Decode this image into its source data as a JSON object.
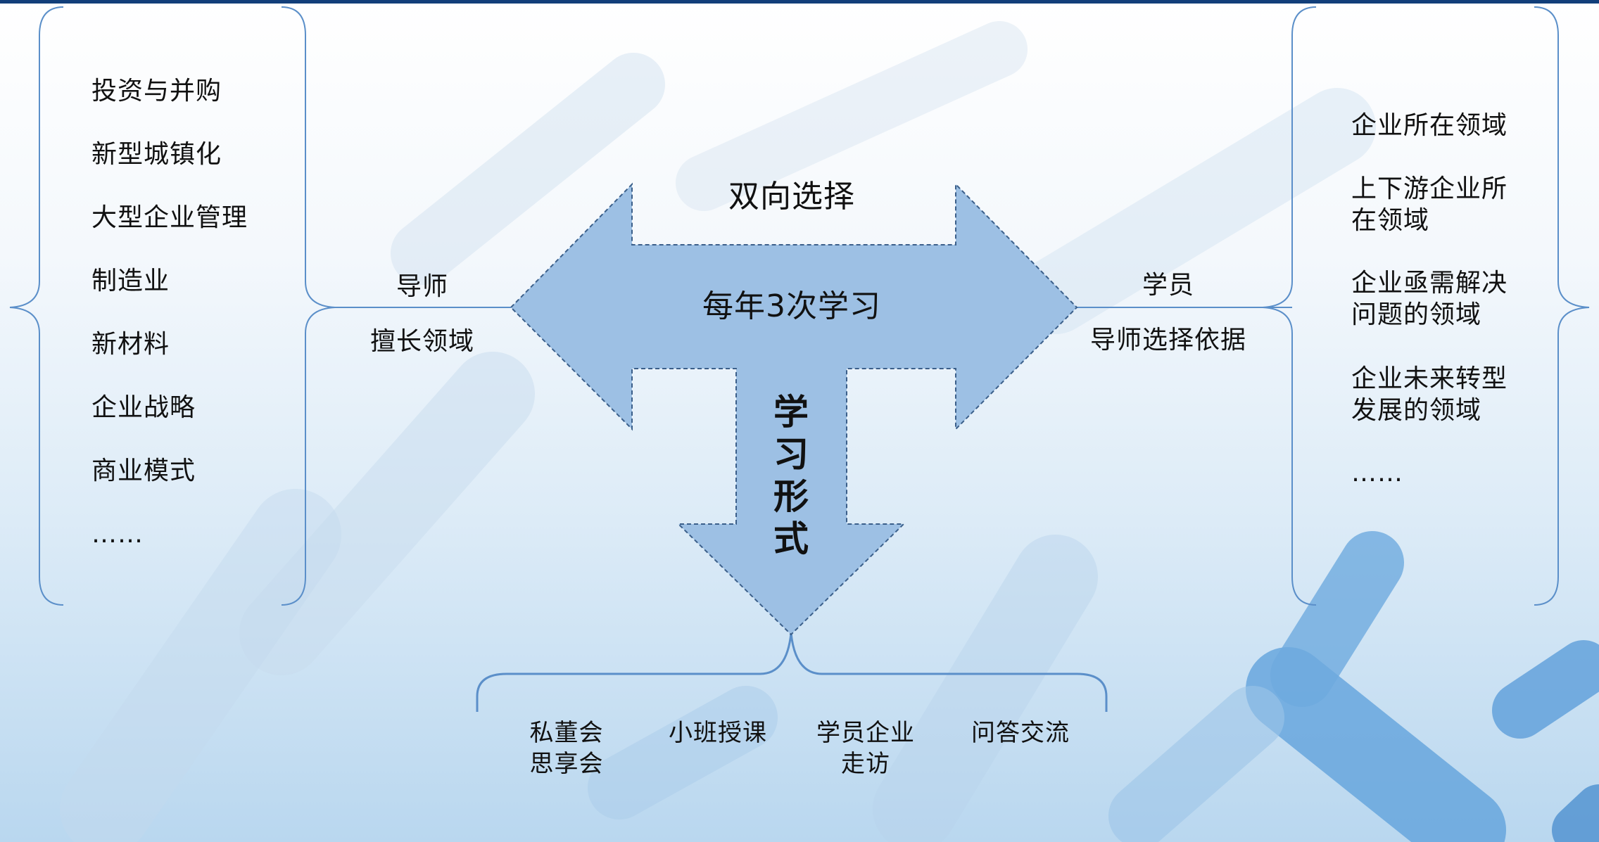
{
  "colors": {
    "arrow_fill": "#9dc0e4",
    "arrow_stroke": "#3b5f8a",
    "bracket": "#5b8fc9",
    "top_rule": "#123f7a"
  },
  "left_panel": {
    "items": [
      "投资与并购",
      "新型城镇化",
      "大型企业管理",
      "制造业",
      "新材料",
      "企业战略",
      "商业模式",
      "……"
    ]
  },
  "mentor": {
    "title": "导师",
    "subtitle": "擅长领域"
  },
  "student": {
    "title": "学员",
    "subtitle": "导师选择依据"
  },
  "arrow": {
    "top_label": "双向选择",
    "center_label": "每年3次学习",
    "down_label": "学习形式"
  },
  "right_panel": {
    "items": [
      "企业所在领域",
      "上下游企业所\n在领域",
      "企业亟需解决\n问题的领域",
      "企业未来转型\n发展的领域",
      "……"
    ]
  },
  "learning_forms": [
    "私董会\n思享会",
    "小班授课",
    "学员企业\n走访",
    "问答交流"
  ]
}
